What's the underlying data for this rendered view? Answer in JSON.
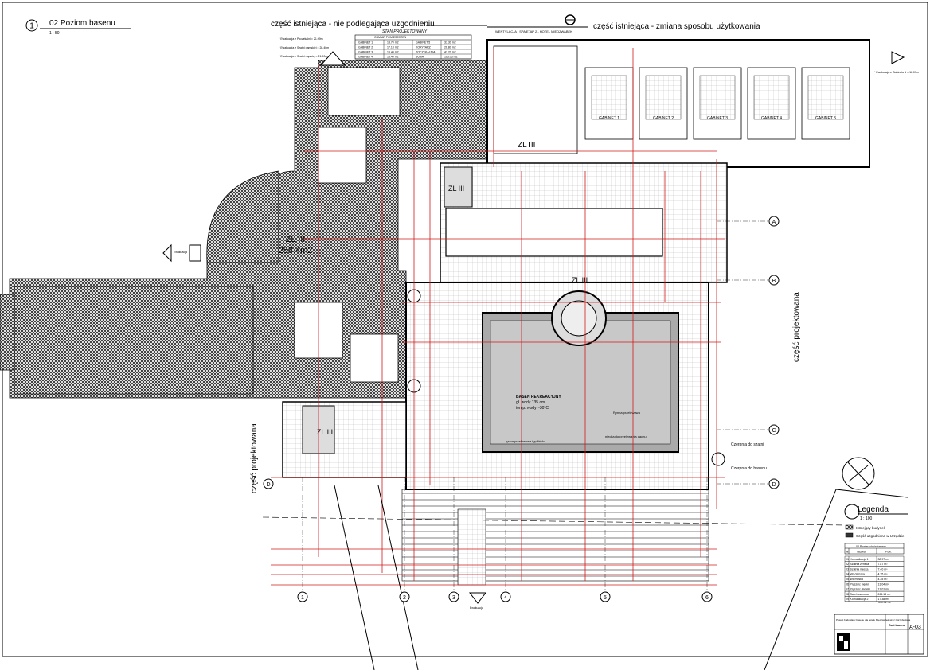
{
  "view_title": {
    "number": "1",
    "name": "02 Poziom basenu",
    "scale": "1 : 50"
  },
  "header_left": "część istniejąca - nie podlegająca uzgodnieniu",
  "header_right": "część istniejąca - zmiana sposobu użytkowania",
  "ventilation_note": "WENTYLACJA - SPA ETAP 2 - HOTEL MIEDZWABEK",
  "existing_table": {
    "subtitle": "STAN PROJEKTOWANY",
    "caption": "OBMIAR POMIESZCZEŃ",
    "rows": [
      [
        "GABINET 1",
        "13.70 m2",
        "GABINET 5",
        "33.30 m2"
      ],
      [
        "GABINET 2",
        "17.13 m2",
        "KORYTARZ",
        "26.80 m2"
      ],
      [
        "GABINET 3",
        "15.40 m2",
        "POCZEKALNIA",
        "41.20 m2"
      ],
      [
        "GABINET 4",
        "15.40 m2",
        "SUMA",
        "163.03 m2"
      ]
    ]
  },
  "evacuation_notes": [
    "* Ewakuacja z Poczekalni = 21.09m",
    "* Ewakuacja z Szatni damskiej = 28.40m",
    "* Ewakuacja z Szatni męskiej = 21.90m"
  ],
  "evacuation_note_right": "* Ewakuacja z Gabinetu 1 = 16.09m",
  "zones": [
    {
      "label": "ZL III",
      "area": "258.4m2"
    },
    {
      "label": "ZL III"
    },
    {
      "label": "ZL III"
    },
    {
      "label": "ZL III"
    },
    {
      "label": "ZL III"
    }
  ],
  "rooms": [
    "GABINET 1",
    "GABINET 2",
    "GABINET 3",
    "GABINET 4",
    "GABINET 5"
  ],
  "pool_label": "BASEN REKREACYJNY",
  "pool_depth": "gł. wody 135 cm",
  "pool_temp": "temp. wody ~30°C",
  "pool_notes": [
    "rynna przelewowa typ fińska",
    "Rynna przelewowa",
    "niecka do przelewania dachu"
  ],
  "right_notes": [
    "Czerpnia do szatni",
    "Czerpnia do basenu"
  ],
  "projected_label": "część projektowana",
  "evacuation": "Ewakuacja",
  "grid_columns": [
    "1",
    "2",
    "3",
    "4",
    "5",
    "6"
  ],
  "grid_rows": [
    "A",
    "B",
    "C",
    "D"
  ],
  "legend": {
    "title": "Legenda",
    "scale": "1 : 100",
    "items": [
      {
        "label": "Istniejący budynek",
        "pattern": "hatch"
      },
      {
        "label": "Część uzgodniona w Urzędzie",
        "pattern": "cross"
      }
    ]
  },
  "area_table": {
    "title": "02 Powierzchnia basenu",
    "headers": [
      "Nr",
      "Nazwa",
      "Pow."
    ],
    "rows": [
      [
        "01",
        "Komunikacja 1",
        "38.97 m²"
      ],
      [
        "02",
        "Szatnia żeńska",
        "7.87 m²"
      ],
      [
        "03",
        "Szatnia męska",
        "7.40 m²"
      ],
      [
        "04",
        "Wc damska",
        "4.35 m²"
      ],
      [
        "05",
        "Wc męska",
        "4.35 m²"
      ],
      [
        "06",
        "Prysznic męski",
        "13.04 m²"
      ],
      [
        "07",
        "Prysznic damski",
        "12.01 m²"
      ],
      [
        "08",
        "Sala basenowa",
        "264.18 m²"
      ],
      [
        "09",
        "Komunikacja 2",
        "17.38 m²"
      ]
    ],
    "total": "370.32 m²"
  },
  "title_block": {
    "project": "Projekt budowlany basenu dla hotelu Miedzwabek wraz z przebudową",
    "sheet_name": "Rzut basenu",
    "sheet_number": "A-03"
  },
  "colors": {
    "dimension": "#d21a1a",
    "hatch": "#000000",
    "paper": "#ffffff"
  }
}
